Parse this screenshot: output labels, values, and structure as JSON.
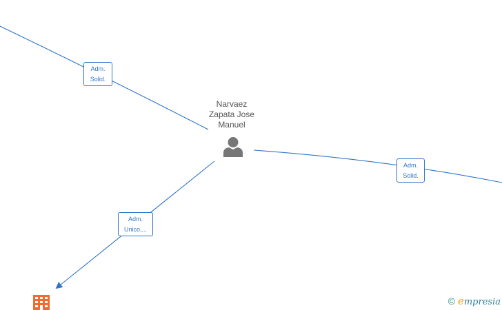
{
  "person": {
    "name_line1": "Narvaez",
    "name_line2": "Zapata Jose",
    "name_line3": "Manuel",
    "icon": "person-icon"
  },
  "edges": [
    {
      "role_line1": "Adm.",
      "role_line2": "Solid."
    },
    {
      "role_line1": "Adm.",
      "role_line2": "Solid."
    },
    {
      "role_line1": "Adm.",
      "role_line2": "Unico,..."
    }
  ],
  "company": {
    "icon": "building-icon"
  },
  "watermark": {
    "copyright": "©",
    "brand_initial": "e",
    "brand_rest": "mpresia"
  },
  "colors": {
    "edge": "#2f74c8",
    "person_icon": "#777777",
    "company_icon": "#f26a2e",
    "watermark": "#2e8b8b"
  }
}
